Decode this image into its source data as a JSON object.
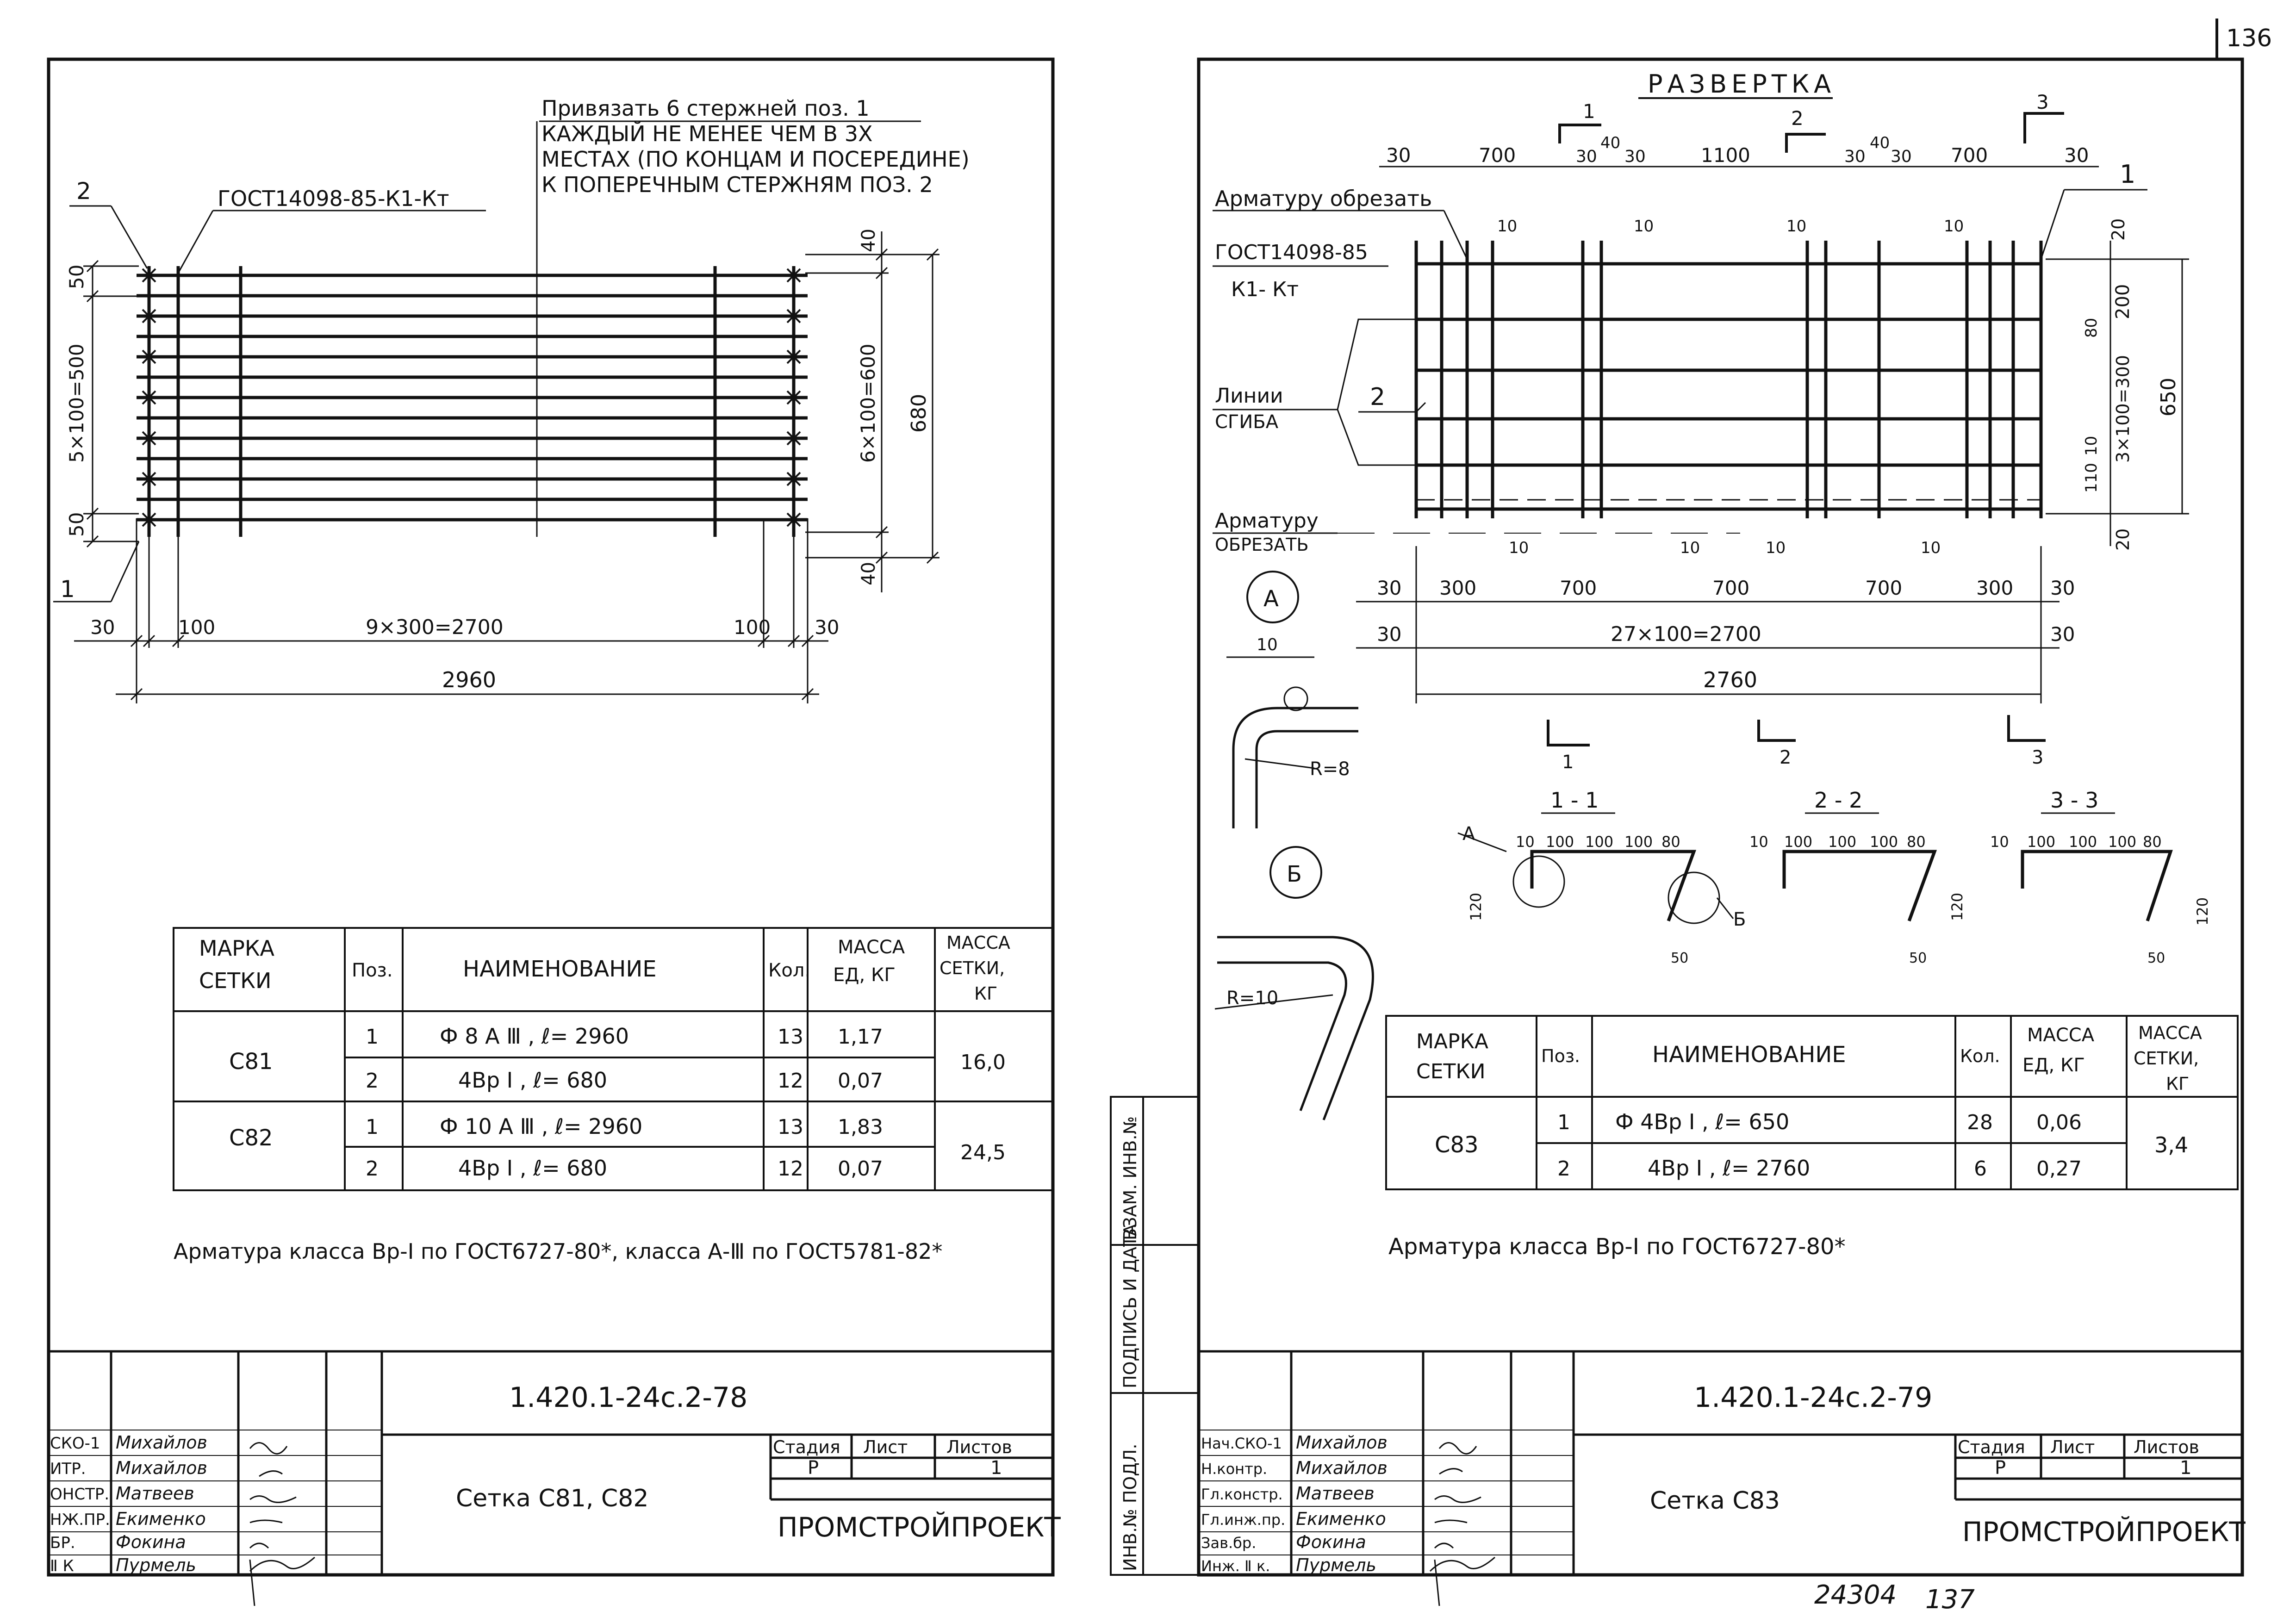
{
  "page_number": "136",
  "bottom_numbers": {
    "archive": "24304",
    "page": "137"
  },
  "left_sheet": {
    "note_lines": [
      "Привязать 6 стержней поз. 1",
      "КАЖДЫЙ НЕ МЕНЕЕ ЧЕМ В 3Х",
      "МЕСТАХ (ПО КОНЦАМ И ПОСЕРЕДИНЕ)",
      "К ПОПЕРЕЧНЫМ СТЕРЖНЯМ ПОЗ. 2"
    ],
    "gost_label": "ГОСТ14098-85-К1-Кт",
    "pos_labels": {
      "bar2": "2",
      "bar1": "1"
    },
    "dims": {
      "left_50_top": "50",
      "left_span": "5×100=500",
      "left_50_bottom": "50",
      "right_40_top": "40",
      "right_span": "6×100=600",
      "right_total": "680",
      "right_40_bottom": "40",
      "b_30_left": "30",
      "b_100_left": "100",
      "b_span": "9×300=2700",
      "b_100_right": "100",
      "b_30_right": "30",
      "overall": "2960"
    },
    "table": {
      "headers": {
        "mark": [
          "МАРКА",
          "СЕТКИ"
        ],
        "pos": "Поз.",
        "name": "НАИМЕНОВАНИЕ",
        "qty": "Кол.",
        "mass_unit": [
          "МАССА",
          "ЕД, КГ"
        ],
        "mass_mesh": [
          "МАССА",
          "СЕТКИ,",
          "КГ"
        ]
      },
      "groups": [
        {
          "mark": "С81",
          "mass": "16,0",
          "rows": [
            {
              "pos": "1",
              "name": "Ф 8 А Ⅲ , ℓ= 2960",
              "qty": "13",
              "unit": "1,17"
            },
            {
              "pos": "2",
              "name": "4Вр Ⅰ , ℓ= 680",
              "qty": "12",
              "unit": "0,07"
            }
          ]
        },
        {
          "mark": "С82",
          "mass": "24,5",
          "rows": [
            {
              "pos": "1",
              "name": "Ф 10 А Ⅲ , ℓ= 2960",
              "qty": "13",
              "unit": "1,83"
            },
            {
              "pos": "2",
              "name": "4Вр Ⅰ , ℓ= 680",
              "qty": "12",
              "unit": "0,07"
            }
          ]
        }
      ]
    },
    "bottom_note": "Арматура класса Вр-Ⅰ по ГОСТ6727-80*, класса А-Ⅲ по ГОСТ5781-82*",
    "title_block": {
      "doc_code": "1.420.1-24с.2-78",
      "roles": [
        "СКО-1",
        "ИТР.",
        "ОНСТР.",
        "НЖ.ПР.",
        "БР.",
        "Ⅱ К"
      ],
      "names": [
        "Михайлов",
        "Михайлов",
        "Матвеев",
        "Екименко",
        "Фокина",
        "Пурмель"
      ],
      "sheet_title": "Сетка С81, С82",
      "stage_label": "Стадия",
      "sheet_label": "Лист",
      "sheets_label": "Листов",
      "stage": "Р",
      "sheets": "1",
      "org": "ПРОМСТРОЙПРОЕКТ"
    }
  },
  "right_sheet": {
    "title": "РАЗВЕРТКА",
    "sections": {
      "s1": "1",
      "s2": "2",
      "s3": "3"
    },
    "top_dims": [
      "30",
      "700",
      "30",
      "40",
      "30",
      "1100",
      "30",
      "40",
      "30",
      "700",
      "30"
    ],
    "small_10": "10",
    "labels": {
      "cut_top": "Арматуру обрезать",
      "gost": [
        "ГОСТ14098-85",
        "К1- Кт"
      ],
      "bend": [
        "Линии",
        "СГИБА"
      ],
      "cut_bottom": [
        "Арматуру",
        "ОБРЕЗАТЬ"
      ],
      "pos1": "1",
      "pos2": "2"
    },
    "right_dims": {
      "d20_top": "20",
      "d200": "200",
      "d80": "80",
      "d_span": "3×100=300",
      "d10": "10",
      "d110": "110",
      "d20_bottom": "20",
      "overall": "650"
    },
    "bottom_dims_row1": [
      "30",
      "300",
      "700",
      "700",
      "700",
      "300",
      "30"
    ],
    "bottom_tens": [
      "10",
      "10",
      "10",
      "10"
    ],
    "bottom_dims_row2": {
      "left": "30",
      "span": "27×100=2700",
      "right": "30"
    },
    "overall_bottom": "2760",
    "detail_a": {
      "label": "А",
      "dim": "10",
      "radius": "R=8"
    },
    "detail_b": {
      "label": "Б",
      "radius": "R=10"
    },
    "section_titles": [
      "1 - 1",
      "2 - 2",
      "3 - 3"
    ],
    "sec1_dims": [
      "10",
      "100",
      "100",
      "100",
      "80"
    ],
    "sec2_dims": [
      "10",
      "100",
      "100",
      "100",
      "80"
    ],
    "sec3_dims": [
      "10",
      "100",
      "100",
      "100",
      "80"
    ],
    "sec_height": "120",
    "sec_leg": "50",
    "sec_marks": {
      "a": "А",
      "b": "Б"
    },
    "table": {
      "headers": {
        "mark": [
          "МАРКА",
          "СЕТКИ"
        ],
        "pos": "Поз.",
        "name": "НАИМЕНОВАНИЕ",
        "qty": "Кол.",
        "mass_unit": [
          "МАССА",
          "ЕД, КГ"
        ],
        "mass_mesh": [
          "МАССА",
          "СЕТКИ,",
          "КГ"
        ]
      },
      "mark": "С83",
      "mass": "3,4",
      "rows": [
        {
          "pos": "1",
          "name": "Ф 4Вр Ⅰ , ℓ= 650",
          "qty": "28",
          "unit": "0,06"
        },
        {
          "pos": "2",
          "name": "4Вр Ⅰ , ℓ= 2760",
          "qty": "6",
          "unit": "0,27"
        }
      ]
    },
    "bottom_note": "Арматура класса Вр-Ⅰ по ГОСТ6727-80*",
    "side_stamp": [
      "ИНВ.№ ПОДЛ.",
      "ПОДПИСЬ И ДАТА",
      "ВЗАМ. ИНВ.№"
    ],
    "title_block": {
      "doc_code": "1.420.1-24с.2-79",
      "roles": [
        "Нач.СКО-1",
        "Н.контр.",
        "Гл.констр.",
        "Гл.инж.пр.",
        "Зав.бр.",
        "Инж. Ⅱ к."
      ],
      "names": [
        "Михайлов",
        "Михайлов",
        "Матвеев",
        "Екименко",
        "Фокина",
        "Пурмель"
      ],
      "sheet_title": "Сетка С83",
      "stage_label": "Стадия",
      "sheet_label": "Лист",
      "sheets_label": "Листов",
      "stage": "Р",
      "sheets": "1",
      "org": "ПРОМСТРОЙПРОЕКТ"
    }
  }
}
